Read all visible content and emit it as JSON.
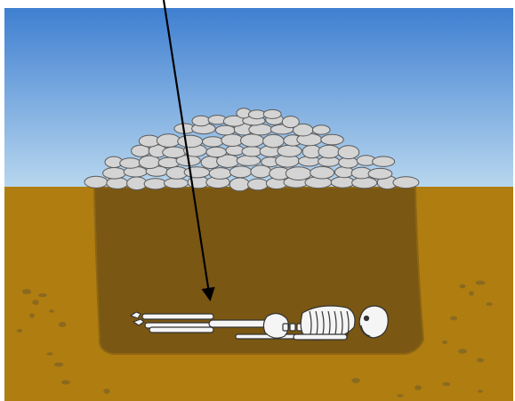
{
  "diagram": {
    "colors": {
      "sky_top": "#3f7fd1",
      "sky_bottom": "#b9d8ef",
      "soil": "#b07d10",
      "pit": "#7a5712",
      "pit_edge": "#8d6614",
      "pebble": "#8a6a1f",
      "stone_fill": "#d4d4d4",
      "stone_stroke": "#5a5a5a",
      "bone_fill": "#f5f5f5",
      "bone_stroke": "#333333",
      "arrow": "#000000"
    },
    "elements": {
      "sky": "sky-background",
      "ground": "soil-ground",
      "grave": "grave-pit",
      "cairn": "stone-cairn",
      "skeleton": "skeleton-remains",
      "pointer": "pointer-arrow"
    }
  }
}
